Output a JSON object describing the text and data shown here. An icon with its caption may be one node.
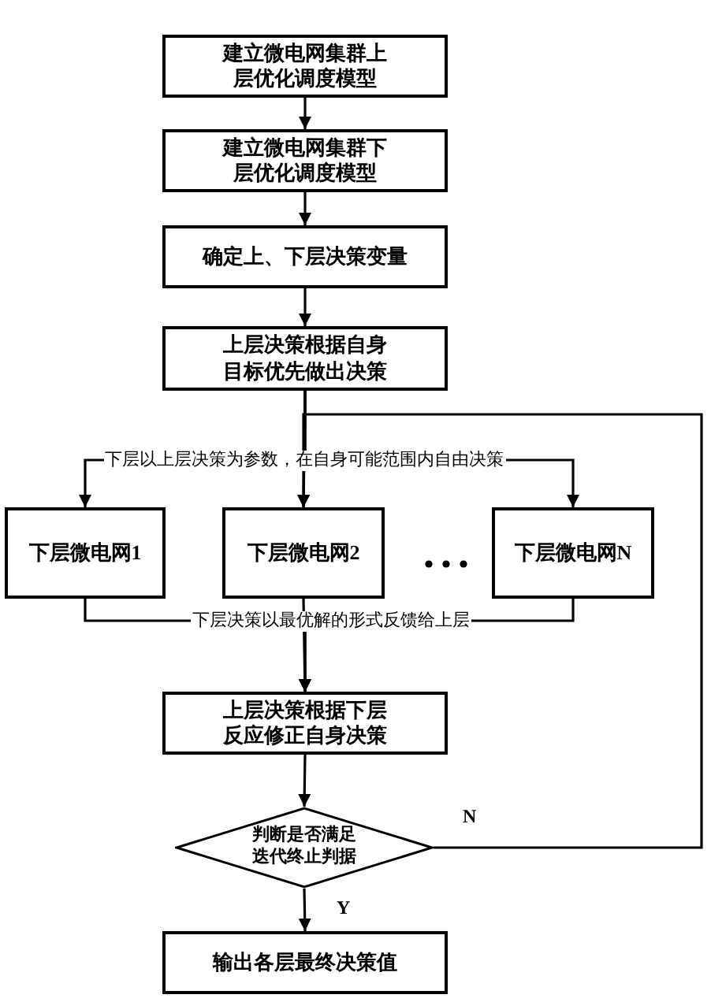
{
  "diagram": {
    "nodes": [
      {
        "text": [
          "建立微电网集群上层优化调度模型"
        ]
      },
      {
        "text": [
          "建立微电网集群下层优化调度模型"
        ]
      },
      {
        "text": [
          "确定上、下层决策变量"
        ]
      },
      {
        "text": [
          "上层决策根据自身目标优先做出决策"
        ]
      },
      {
        "text": [
          "下层微电网1"
        ]
      },
      {
        "text": [
          "下层微电网2"
        ]
      },
      {
        "text": [
          "下层微电网N"
        ]
      },
      {
        "text": [
          "上层决策根据下层反应修正自身决策"
        ]
      },
      {
        "text": [
          "判断是否满足迭代终止判据"
        ]
      },
      {
        "text": [
          "输出各层最终决策值"
        ]
      }
    ],
    "edges": [
      {
        "from": 0,
        "to": 1,
        "arrow": "to"
      },
      {
        "from": 1,
        "to": 2,
        "arrow": "to"
      },
      {
        "from": 2,
        "to": 3,
        "arrow": "to"
      },
      {
        "from": 3,
        "to": 4,
        "arrow": "to"
      },
      {
        "from": 3,
        "to": 5,
        "arrow": "to",
        "label": "下层以上层决策为参数，在自身可能范围内自由决策"
      },
      {
        "from": 3,
        "to": 6,
        "arrow": "to"
      },
      {
        "from": 4,
        "to": 7,
        "arrow": "to"
      },
      {
        "from": 5,
        "to": 7,
        "arrow": "to",
        "label": "下层决策以最优解的形式反馈给上层"
      },
      {
        "from": 6,
        "to": 7,
        "arrow": "to"
      },
      {
        "from": 7,
        "to": 8,
        "arrow": "to"
      },
      {
        "from": 8,
        "to": 9,
        "arrow": "to",
        "label": "Y"
      },
      {
        "from": 8,
        "to": 5,
        "arrow": "to",
        "label": "N"
      }
    ]
  }
}
